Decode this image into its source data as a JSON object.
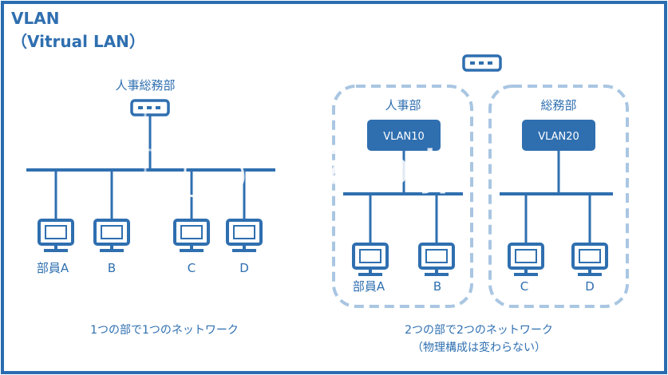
{
  "title": {
    "line1": "VLAN",
    "line2": "（Vitrual LAN）"
  },
  "left": {
    "router_label": "人事総務部",
    "pcs": [
      "部員A",
      "B",
      "C",
      "D"
    ],
    "caption": "1つの部で1つのネットワーク"
  },
  "right": {
    "groups": [
      {
        "name": "人事部",
        "vlan": "VLAN10",
        "pcs": [
          "部員A",
          "B"
        ]
      },
      {
        "name": "総務部",
        "vlan": "VLAN20",
        "pcs": [
          "C",
          "D"
        ]
      }
    ],
    "caption_line1": "2つの部で2つのネットワーク",
    "caption_line2": "（物理構成は変わらない）"
  },
  "watermark": "ITZoo.jp",
  "colors": {
    "primary": "#2f6fb0",
    "frame": "#2a6cb0",
    "dashed": "#a9c6e2",
    "white": "#ffffff"
  }
}
